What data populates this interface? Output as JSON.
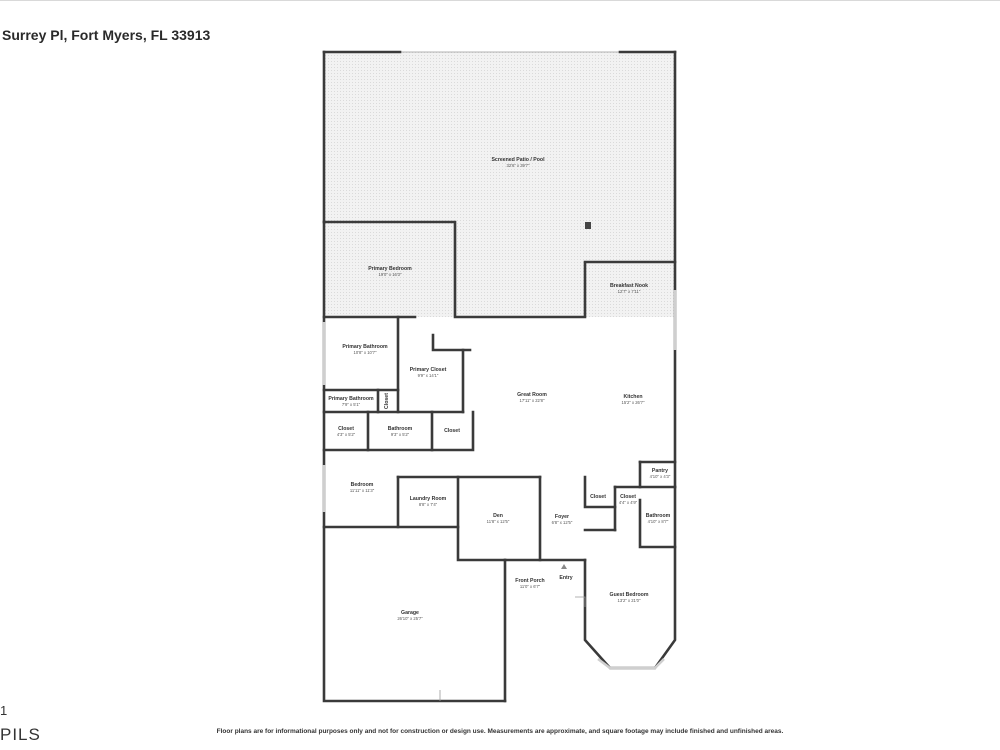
{
  "header": {
    "address": "Surrey Pl, Fort Myers, FL 33913"
  },
  "corner": {
    "line1": "1",
    "line2": "PILS"
  },
  "footer": {
    "disclaimer": "Floor plans are for informational purposes only and not for construction or design use. Measurements are approximate, and square footage may include finished and unfinished areas."
  },
  "rooms": {
    "patio": {
      "name": "Screened Patio / Pool",
      "dim": "32'6\" x 39'7\""
    },
    "primary_bedroom": {
      "name": "Primary Bedroom",
      "dim": "19'0\" x 16'3\""
    },
    "breakfast_nook": {
      "name": "Breakfast Nook",
      "dim": "12'7\" x 7'11\""
    },
    "primary_bathroom": {
      "name": "Primary Bathroom",
      "dim": "10'8\" x 10'7\""
    },
    "primary_closet": {
      "name": "Primary Closet",
      "dim": "9'9\" x 14'1\""
    },
    "great_room": {
      "name": "Great Room",
      "dim": "17'11\" x 22'8\""
    },
    "kitchen": {
      "name": "Kitchen",
      "dim": "15'2\" x 26'7\""
    },
    "primary_bathroom_2": {
      "name": "Primary Bathroom",
      "dim": "7'9\" x 5'1\""
    },
    "closet_a": {
      "name": "Closet",
      "dim": "4'3\" x 5'2\""
    },
    "bathroom_a": {
      "name": "Bathroom",
      "dim": "9'3\" x 5'2\""
    },
    "closet_b": {
      "name": "Closet"
    },
    "bedroom": {
      "name": "Bedroom",
      "dim": "11'11\" x 11'3\""
    },
    "laundry": {
      "name": "Laundry Room",
      "dim": "8'8\" x 7'4\""
    },
    "den": {
      "name": "Den",
      "dim": "11'8\" x 12'5\""
    },
    "foyer": {
      "name": "Foyer",
      "dim": "6'8\" x 12'5\""
    },
    "closet_c": {
      "name": "Closet"
    },
    "closet_d": {
      "name": "Closet",
      "dim": "4'4\" x 4'9\""
    },
    "pantry": {
      "name": "Pantry",
      "dim": "4'10\" x 4'3\""
    },
    "bathroom_b": {
      "name": "Bathroom",
      "dim": "4'10\" x 8'7\""
    },
    "front_porch": {
      "name": "Front Porch",
      "dim": "11'0\" x 6'7\""
    },
    "entry": {
      "name": "Entry"
    },
    "garage": {
      "name": "Garage",
      "dim": "26'10\" x 25'7\""
    },
    "guest_bedroom": {
      "name": "Guest Bedroom",
      "dim": "13'2\" x 21'0\""
    }
  },
  "colors": {
    "wall": "#3a3a3a",
    "patio_fill": "#ececec",
    "background": "#ffffff"
  }
}
